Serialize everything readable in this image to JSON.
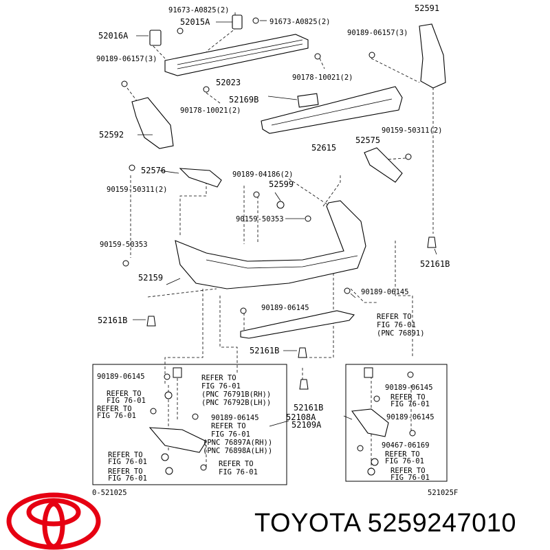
{
  "labels": {
    "l01": "91673-A0825(2)",
    "l02": "91673-A0825(2)",
    "l03": "52591",
    "l04": "52016A",
    "l05": "52015A",
    "l06": "90189-06157(3)",
    "l07": "90189-06157(3)",
    "l08": "52023",
    "l09": "90178-10021(2)",
    "l10": "52169B",
    "l11": "90178-10021(2)",
    "l12": "52592",
    "l13": "52615",
    "l14": "90159-50311(2)",
    "l15": "52575",
    "l16": "52576",
    "l17": "90189-04186(2)",
    "l18": "90159-50311(2)",
    "l19": "52599",
    "l20": "90159-50353",
    "l21": "90159-50353",
    "l22": "52161B",
    "l23": "52159",
    "l24": "90189-06145",
    "l25": "90189-06145",
    "l26": "52161B",
    "l27": "REFER TO",
    "l28": "FIG 76-01",
    "l29": "(PNC 76891)",
    "l30": "52161B",
    "l31": "90189-06145",
    "l32": "REFER TO",
    "l33": "FIG 76-01",
    "l34": "(PNC 76791B(RH))",
    "l35": "(PNC 76792B(LH))",
    "l36": "REFER TO",
    "l37": "FIG 76-01",
    "l38": "REFER TO",
    "l39": "FIG 76-01",
    "l40": "90189-06145",
    "l41": "REFER TO",
    "l42": "FIG 76-01",
    "l43": "(PNC 76897A(RH))",
    "l44": "(PNC 76898A(LH))",
    "l45": "52109A",
    "l46": "REFER TO",
    "l47": "FIG 76-01",
    "l48": "REFER TO",
    "l49": "FIG 76-01",
    "l50": "REFER TO",
    "l51": "FIG 76-01",
    "l52": "52161B",
    "l53": "52108A",
    "l54": "90189-06145",
    "l55": "REFER TO",
    "l56": "FIG 76-01",
    "l57": "90189-06145",
    "l58": "90467-06169",
    "l59": "REFER TO",
    "l60": "FIG 76-01",
    "l61": "REFER TO",
    "l62": "FIG 76-01",
    "l63": "0-521025",
    "l64": "521025F"
  },
  "brand": {
    "text": "TOYOTA 5259247010",
    "logo_color": "#e60012"
  }
}
